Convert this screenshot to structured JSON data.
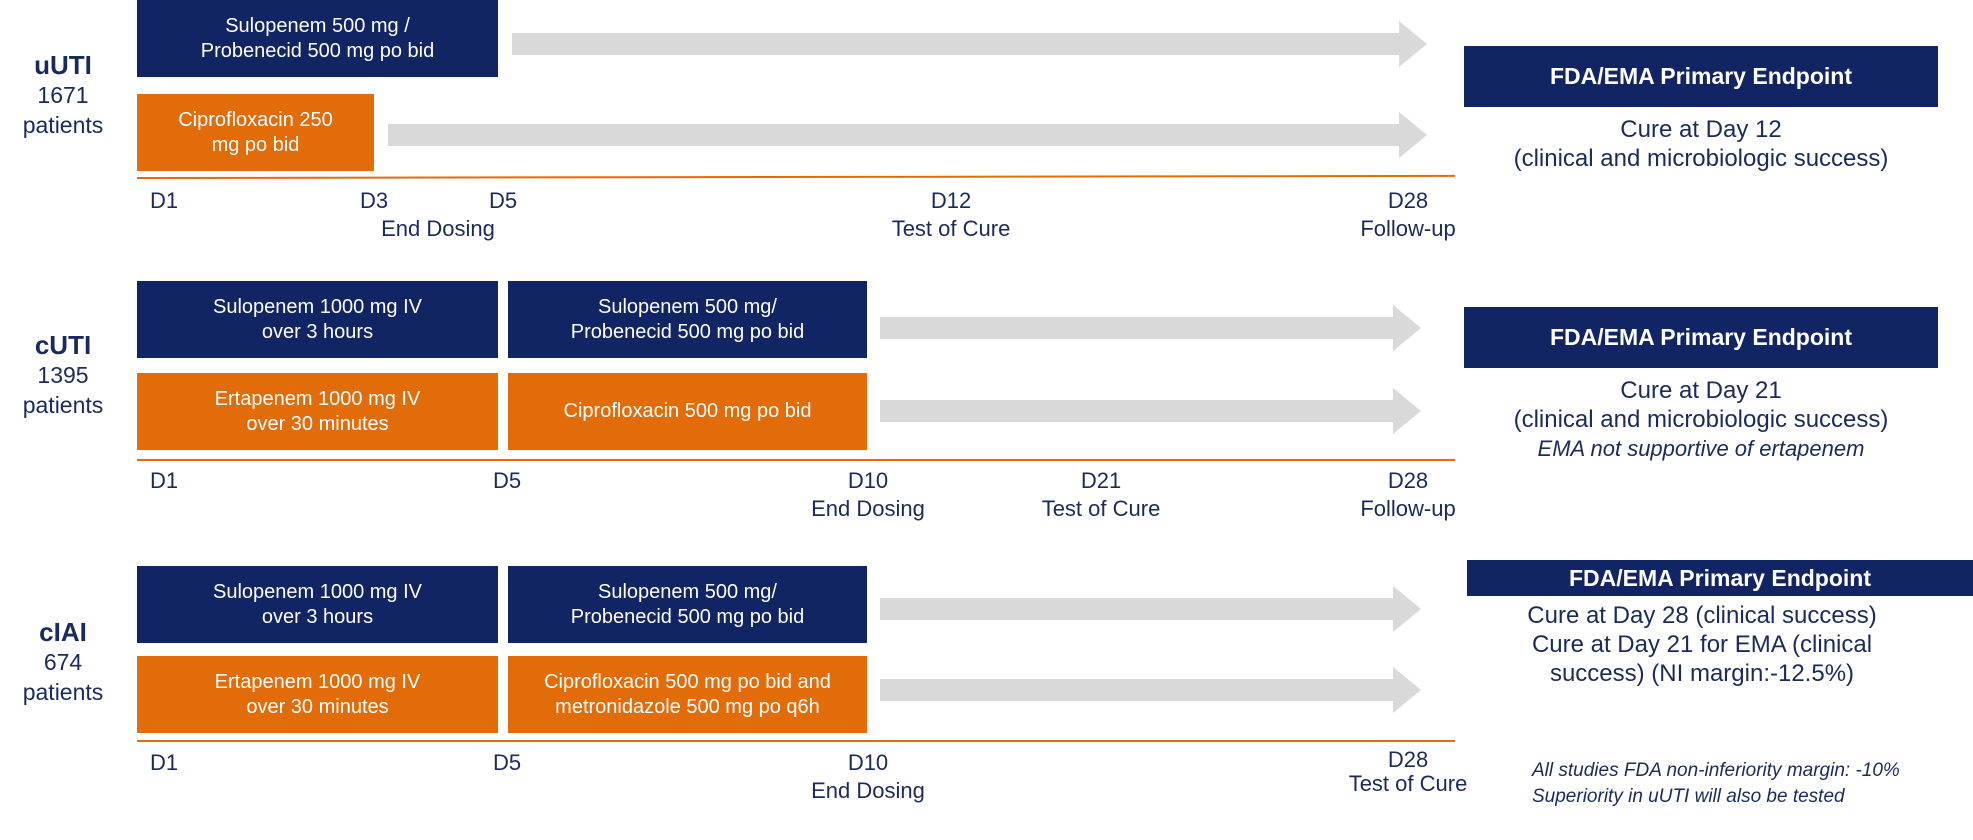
{
  "studies": [
    {
      "abbr": "uUTI",
      "count": "1671",
      "unit": "patients",
      "navy_box": "Sulopenem 500 mg /\nProbenecid 500 mg po bid",
      "orange_box": "Ciprofloxacin 250\nmg po bid",
      "ticks": [
        {
          "day": "D1",
          "label": ""
        },
        {
          "day": "D3",
          "label": ""
        },
        {
          "day": "D5",
          "label": "End Dosing"
        },
        {
          "day": "D12",
          "label": "Test of Cure"
        },
        {
          "day": "D28",
          "label": "Follow-up"
        }
      ],
      "endpoint_header": "FDA/EMA Primary Endpoint",
      "endpoint_lines": [
        "Cure at Day 12",
        "(clinical and microbiologic success)"
      ]
    },
    {
      "abbr": "cUTI",
      "count": "1395",
      "unit": "patients",
      "navy_box_iv": "Sulopenem 1000 mg IV\nover 3 hours",
      "navy_box_oral": "Sulopenem 500 mg/\nProbenecid 500 mg po bid",
      "orange_box_iv": "Ertapenem 1000 mg IV\nover 30 minutes",
      "orange_box_oral": "Ciprofloxacin 500 mg po bid",
      "ticks": [
        {
          "day": "D1",
          "label": ""
        },
        {
          "day": "D5",
          "label": ""
        },
        {
          "day": "D10",
          "label": "End Dosing"
        },
        {
          "day": "D21",
          "label": "Test of Cure"
        },
        {
          "day": "D28",
          "label": "Follow-up"
        }
      ],
      "endpoint_header": "FDA/EMA Primary Endpoint",
      "endpoint_lines": [
        "Cure at Day 21",
        "(clinical and microbiologic success)"
      ],
      "endpoint_note": "EMA not supportive of ertapenem"
    },
    {
      "abbr": "cIAI",
      "count": "674",
      "unit": "patients",
      "navy_box_iv": "Sulopenem 1000 mg IV\nover 3 hours",
      "navy_box_oral": "Sulopenem 500 mg/\nProbenecid 500 mg po bid",
      "orange_box_iv": "Ertapenem 1000 mg IV\nover 30 minutes",
      "orange_box_oral": "Ciprofloxacin 500 mg po bid  and\nmetronidazole 500 mg po q6h",
      "ticks": [
        {
          "day": "D1",
          "label": ""
        },
        {
          "day": "D5",
          "label": ""
        },
        {
          "day": "D10",
          "label": "End Dosing"
        },
        {
          "day": "D28",
          "label": "Test of Cure"
        }
      ],
      "endpoint_header": "FDA/EMA Primary Endpoint",
      "endpoint_lines": [
        "Cure at Day 28 (clinical success)",
        "Cure at Day 21 for EMA (clinical",
        "success) (NI margin:-12.5%)"
      ]
    }
  ],
  "footnotes": [
    "All studies FDA non-inferiority margin: -10%",
    "Superiority in uUTI will also be tested"
  ],
  "colors": {
    "navy": "#112463",
    "orange": "#e36c0a",
    "arrow": "#d9d9d9",
    "text": "#1a2a5a"
  }
}
